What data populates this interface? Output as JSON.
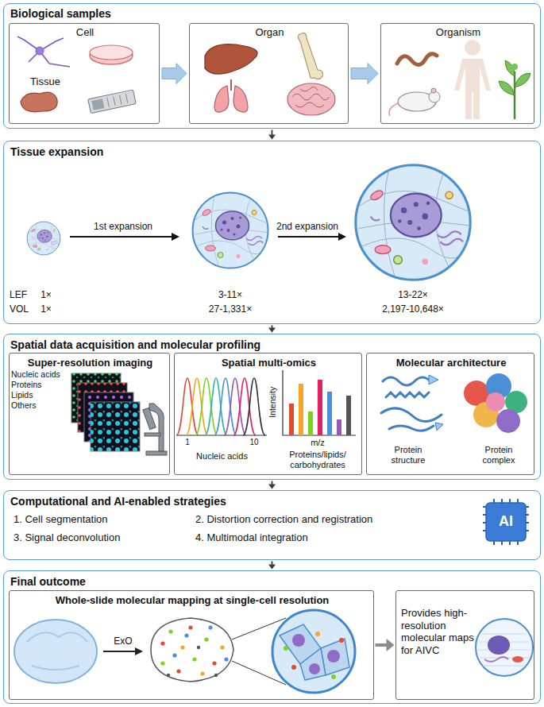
{
  "diagram": {
    "nodes": [
      {
        "text": [
          "Biological samples"
        ]
      },
      {
        "text": [
          "Cell",
          "Tissue"
        ],
        "in": 0
      },
      {
        "text": [
          "Organ"
        ],
        "in": 0
      },
      {
        "text": [
          "Organism"
        ],
        "in": 0
      },
      {
        "text": [
          "Tissue expansion"
        ]
      },
      {
        "text": [
          "Spatial data acquisition and molecular profiling"
        ]
      },
      {
        "text": [
          "Super-resolution imaging"
        ],
        "in": 5
      },
      {
        "text": [
          "Spatial multi-omics"
        ],
        "in": 5
      },
      {
        "text": [
          "Molecular architecture"
        ],
        "in": 5
      },
      {
        "text": [
          "Computational and AI-enabled strategies",
          "1. Cell segmentation",
          "2. Distortion correction and registration",
          "3. Signal deconvolution",
          "4. Multimodal integration"
        ]
      },
      {
        "text": [
          "Final outcome"
        ]
      },
      {
        "text": [
          "Whole-slide molecular mapping at single-cell resolution"
        ],
        "in": 10
      },
      {
        "text": [
          "Provides high- resolution molecular maps for AIVC"
        ],
        "in": 10
      }
    ],
    "edges": [
      {
        "from": 1,
        "to": 2,
        "arrow": "to"
      },
      {
        "from": 2,
        "to": 3,
        "arrow": "to"
      },
      {
        "from": 0,
        "to": 4,
        "arrow": "to"
      },
      {
        "from": 4,
        "to": 5,
        "arrow": "to"
      },
      {
        "from": 5,
        "to": 9,
        "arrow": "to"
      },
      {
        "from": 9,
        "to": 10,
        "arrow": "to"
      },
      {
        "from": 11,
        "to": 12,
        "arrow": "to"
      }
    ],
    "labels": [
      "1st expansion",
      "2nd expansion",
      "LEF",
      "1×",
      "VOL",
      "1×",
      "3-11×",
      "27-1,331×",
      "13-22×",
      "2,197-10,648×",
      "Nucleic acids",
      "Proteins",
      "Lipids",
      "Others",
      "1",
      "10",
      "Intensity",
      "m/z",
      "Nucleic acids",
      "Proteins/lipids/ carbohydrates",
      "Protein structure",
      "Protein complex",
      "AI",
      "ExO"
    ]
  }
}
